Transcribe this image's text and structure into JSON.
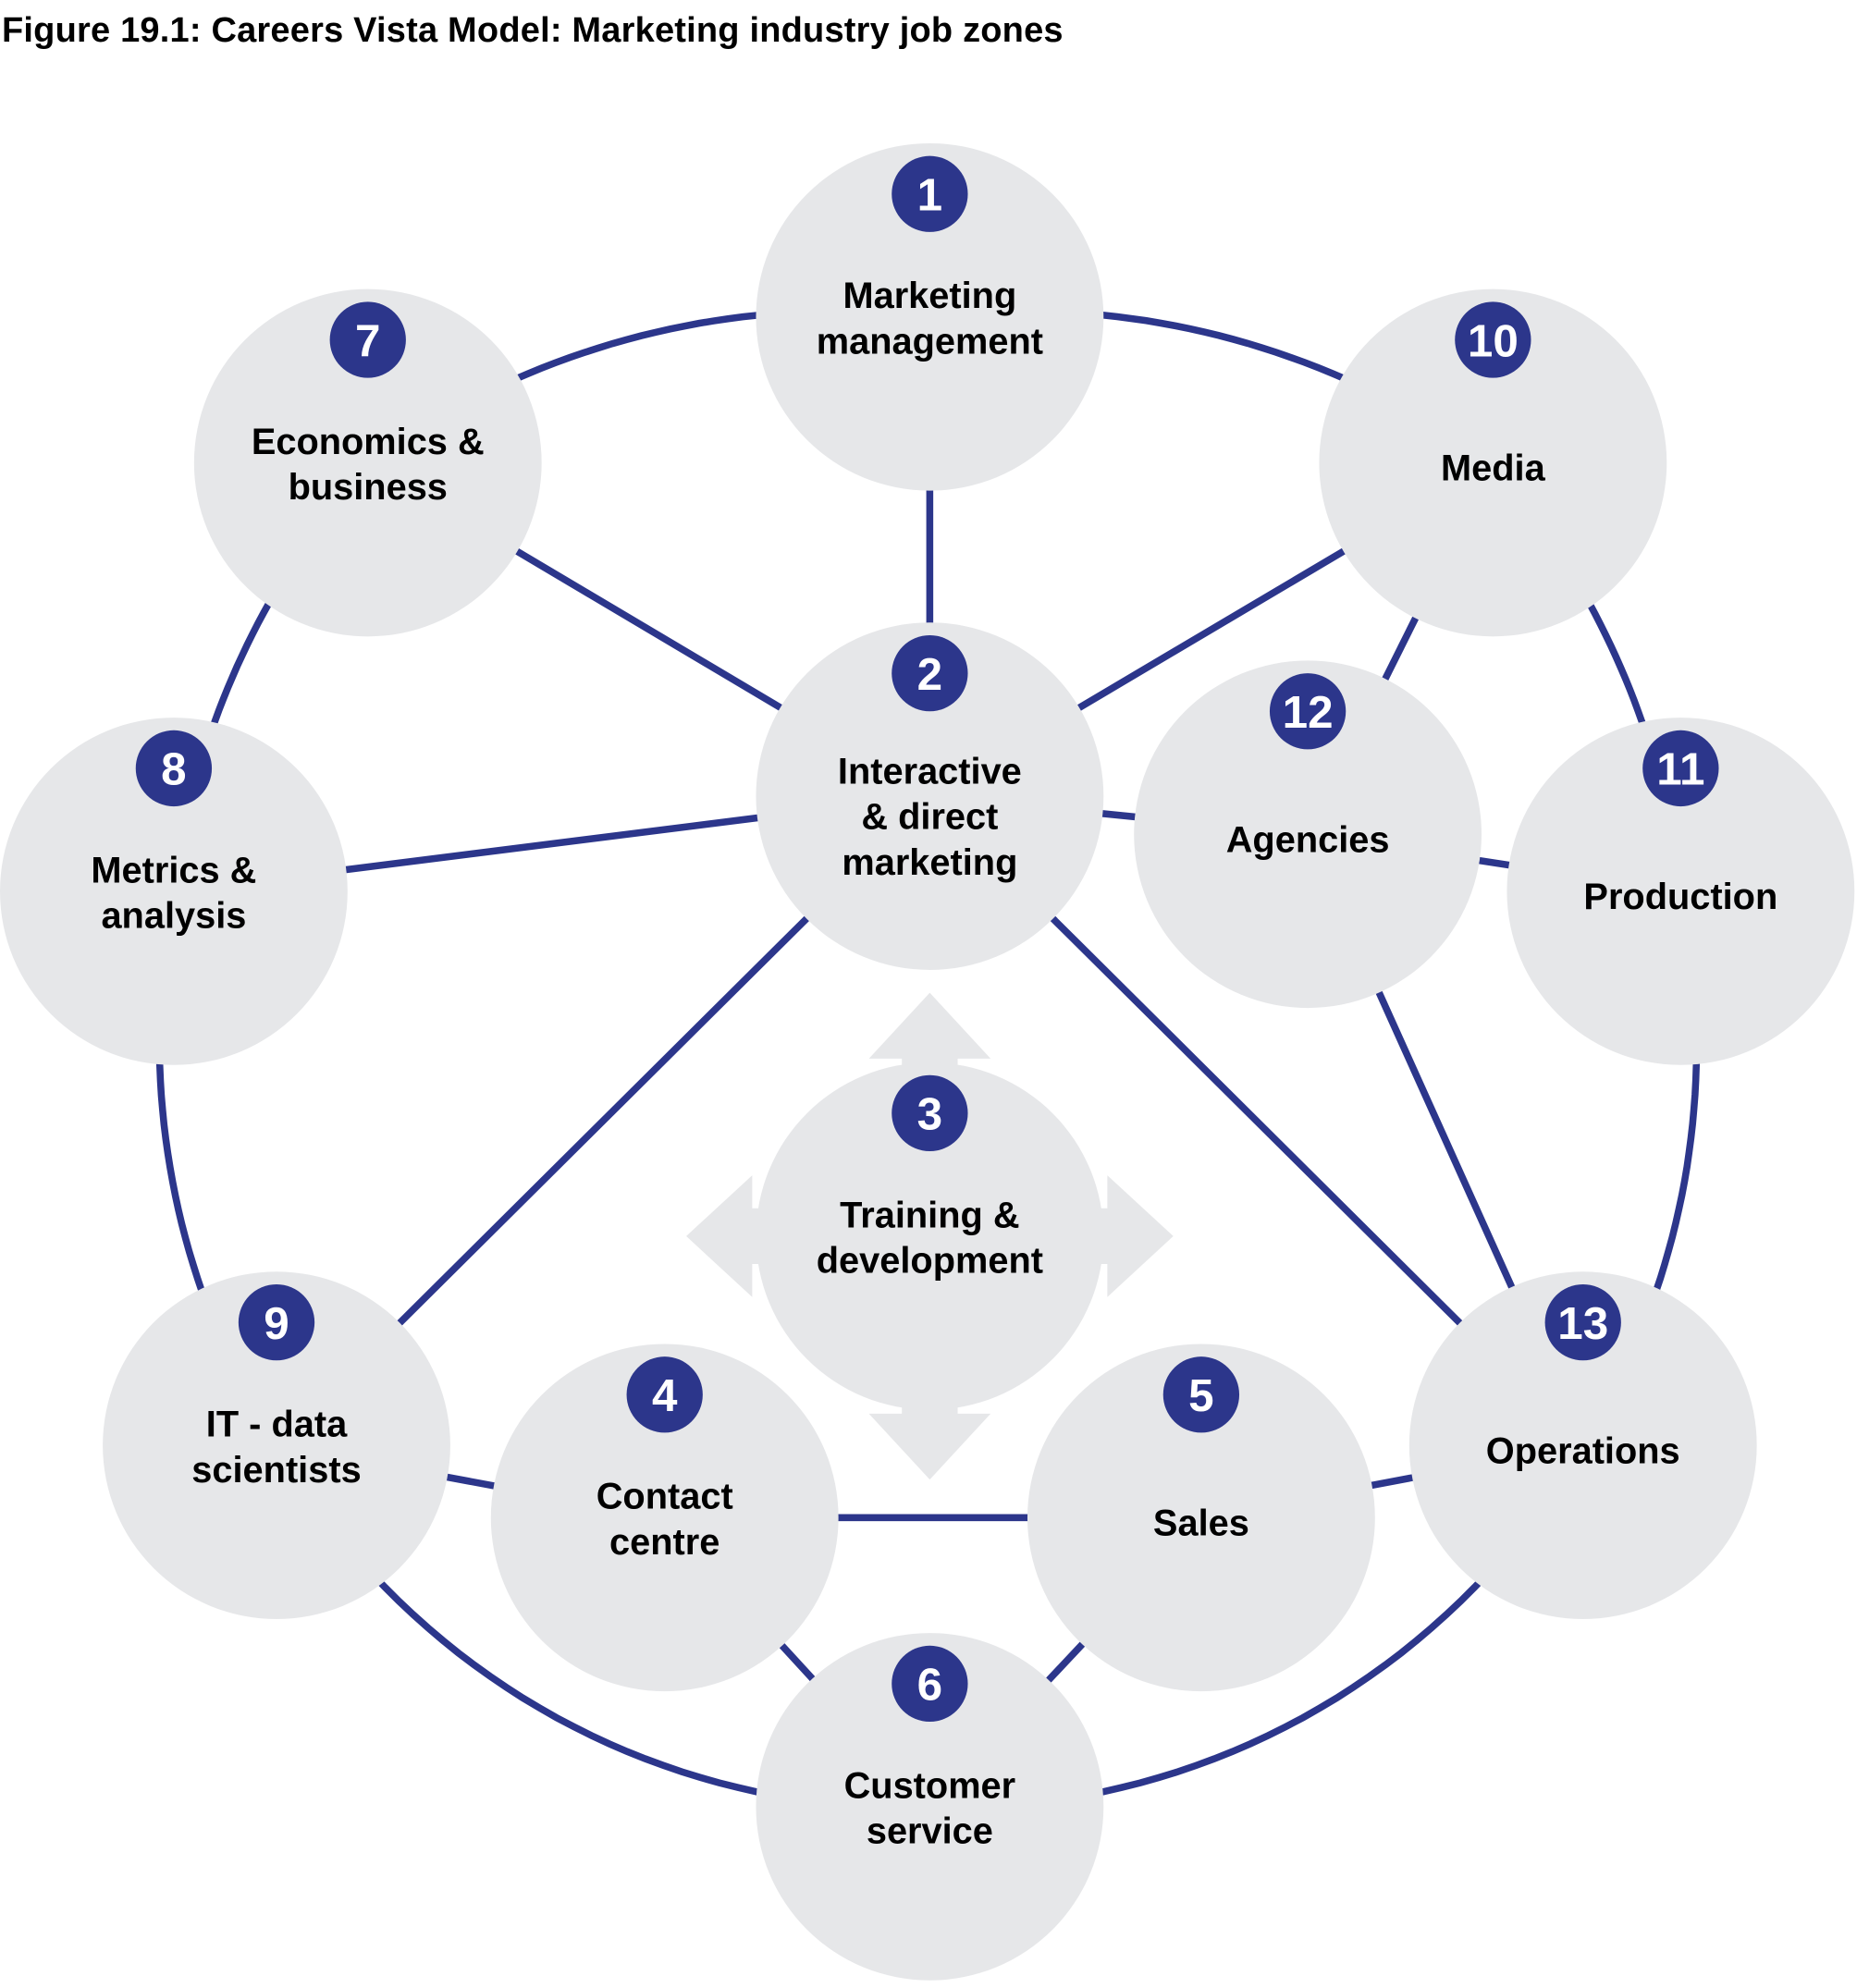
{
  "title": "Figure 19.1: Careers Vista Model: Marketing industry job zones",
  "colors": {
    "accent": "#2c368b",
    "node_fill": "#e6e7e9",
    "text": "#000000",
    "badge_text": "#ffffff"
  },
  "nodes": [
    {
      "id": 1,
      "number": "1",
      "label": [
        "Marketing",
        "management"
      ]
    },
    {
      "id": 2,
      "number": "2",
      "label": [
        "Interactive",
        "& direct",
        "marketing"
      ]
    },
    {
      "id": 3,
      "number": "3",
      "label": [
        "Training &",
        "development"
      ]
    },
    {
      "id": 4,
      "number": "4",
      "label": [
        "Contact",
        "centre"
      ]
    },
    {
      "id": 5,
      "number": "5",
      "label": [
        "Sales"
      ]
    },
    {
      "id": 6,
      "number": "6",
      "label": [
        "Customer",
        "service"
      ]
    },
    {
      "id": 7,
      "number": "7",
      "label": [
        "Economics &",
        "business"
      ]
    },
    {
      "id": 8,
      "number": "8",
      "label": [
        "Metrics &",
        "analysis"
      ]
    },
    {
      "id": 9,
      "number": "9",
      "label": [
        "IT - data",
        "scientists"
      ]
    },
    {
      "id": 10,
      "number": "10",
      "label": [
        "Media"
      ]
    },
    {
      "id": 11,
      "number": "11",
      "label": [
        "Production"
      ]
    },
    {
      "id": 12,
      "number": "12",
      "label": [
        "Agencies"
      ]
    },
    {
      "id": 13,
      "number": "13",
      "label": [
        "Operations"
      ]
    }
  ],
  "connections": [
    [
      1,
      2
    ],
    [
      2,
      7
    ],
    [
      2,
      8
    ],
    [
      2,
      9
    ],
    [
      2,
      10
    ],
    [
      2,
      12
    ],
    [
      2,
      13
    ],
    [
      10,
      12
    ],
    [
      12,
      11
    ],
    [
      12,
      13
    ],
    [
      9,
      4
    ],
    [
      4,
      5
    ],
    [
      5,
      13
    ],
    [
      4,
      6
    ],
    [
      5,
      6
    ]
  ],
  "outer_ring": [
    1,
    10,
    11,
    13,
    6,
    9,
    8,
    7
  ],
  "center_arrows": {
    "node": 3,
    "directions": [
      "up",
      "down",
      "left",
      "right"
    ]
  }
}
